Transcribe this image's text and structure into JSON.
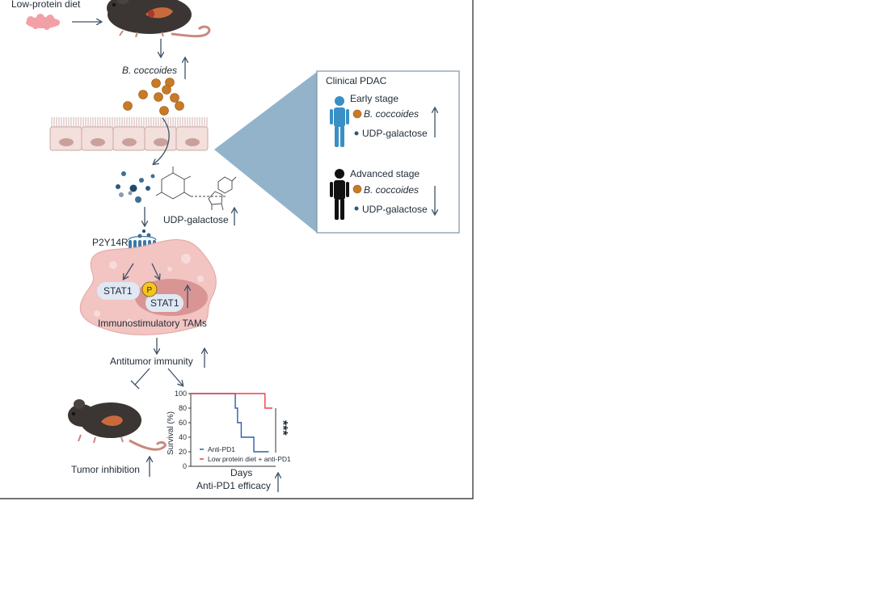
{
  "diet_label": "Low-protein diet",
  "bacteria_label": "B. coccoides",
  "metabolite_label": "UDP-galactose",
  "receptor_label": "P2Y14R",
  "stat1_label": "STAT1",
  "stat1_phospho_label": "STAT1",
  "phospho_badge": "P",
  "tam_label": "Immunostimulatory TAMs",
  "immunity_label": "Antitumor immunity",
  "tumor_label": "Tumor inhibition",
  "efficacy_label": "Anti-PD1 efficacy",
  "clinical": {
    "title": "Clinical PDAC",
    "early": {
      "stage": "Early stage",
      "bacteria": "B. coccoides",
      "metabolite": "UDP-galactose"
    },
    "advanced": {
      "stage": "Advanced stage",
      "bacteria": "B. coccoides",
      "metabolite": "UDP-galactose"
    }
  },
  "colors": {
    "early_person": "#3a8fc4",
    "advanced_person": "#111111",
    "bacteria": "#c87a25",
    "funnel": "#93b3cb",
    "mouse": "#3b3533",
    "tumor": "#c96a3c",
    "tam_cell": "#f2c4c2",
    "receptor": "#3c78a8",
    "anti_pd1": "#2e5ea8",
    "combo": "#e8404a"
  },
  "chart_data": {
    "type": "line",
    "xlabel": "Days",
    "ylabel": "Survival (%)",
    "ylim": [
      0,
      100
    ],
    "yticks": [
      0,
      20,
      40,
      60,
      80,
      100
    ],
    "x_tick_labels": false,
    "significance": "***",
    "series": [
      {
        "name": "Anti-PD1",
        "color": "#2e5ea8",
        "x": [
          0,
          6,
          6,
          6.3,
          6.3,
          6.8,
          6.8,
          8.5,
          8.5,
          10.5
        ],
        "y": [
          100,
          100,
          80,
          80,
          60,
          60,
          40,
          40,
          20,
          20
        ]
      },
      {
        "name": "Low protein diet + anti-PD1",
        "color": "#e8404a",
        "x": [
          0,
          10,
          10,
          11
        ],
        "y": [
          100,
          100,
          80,
          80
        ]
      }
    ]
  }
}
